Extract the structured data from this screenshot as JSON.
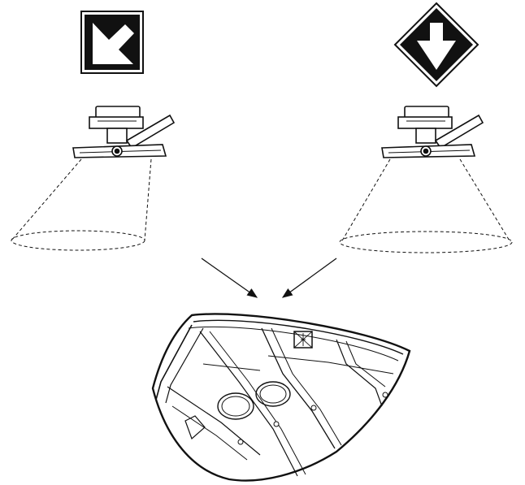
{
  "diagram": {
    "symbols": [
      {
        "icon": "diagonal-arrow-square-icon",
        "direction": "down-left",
        "shape": "square"
      },
      {
        "icon": "down-arrow-diamond-icon",
        "direction": "down",
        "shape": "diamond"
      }
    ],
    "fixtures": [
      {
        "icon": "tilted-light-fixture-icon",
        "beam": "angled"
      },
      {
        "icon": "tilted-light-fixture-icon",
        "beam": "downward"
      }
    ],
    "detail": {
      "icon": "fixture-underside-detail-icon"
    },
    "colors": {
      "ink": "#111111",
      "background": "#ffffff"
    }
  }
}
